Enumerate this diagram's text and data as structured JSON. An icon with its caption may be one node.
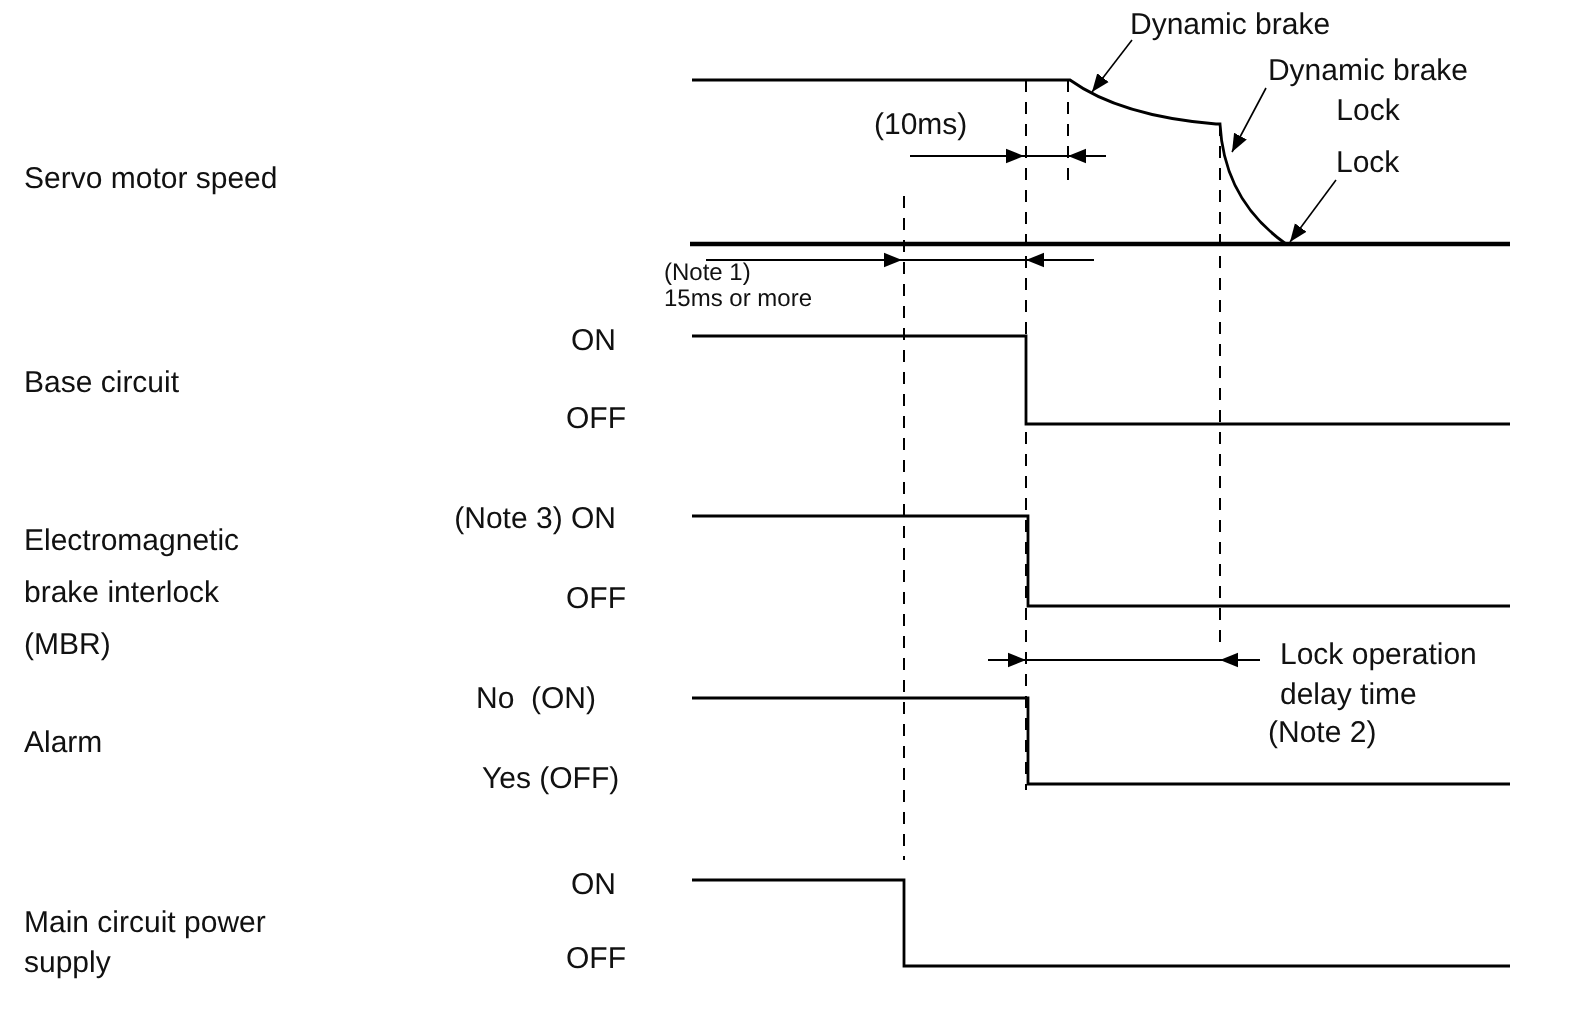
{
  "diagram": {
    "nodes": [
      {
        "text": [
          "Dynamic brake"
        ]
      },
      {
        "text": [
          "Dynamic brake Lock"
        ]
      },
      {
        "text": [
          "Lock"
        ]
      }
    ],
    "edges": [
      {
        "from": 0,
        "to": null,
        "arrow": "to"
      },
      {
        "from": 1,
        "to": null,
        "arrow": "to"
      },
      {
        "from": 2,
        "to": null,
        "arrow": "to"
      }
    ],
    "labels": [
      "(10ms)",
      "Servo motor speed",
      "(Note 1)",
      "15ms or more",
      "ON",
      "Base circuit",
      "OFF",
      "(Note 3) ON",
      "Electromagnetic brake interlock (MBR)",
      "OFF",
      "Lock operation delay time",
      "No  (ON)",
      "(Note 2)",
      "Alarm",
      "Yes (OFF)",
      "ON",
      "Main circuit power supply",
      "OFF"
    ]
  }
}
